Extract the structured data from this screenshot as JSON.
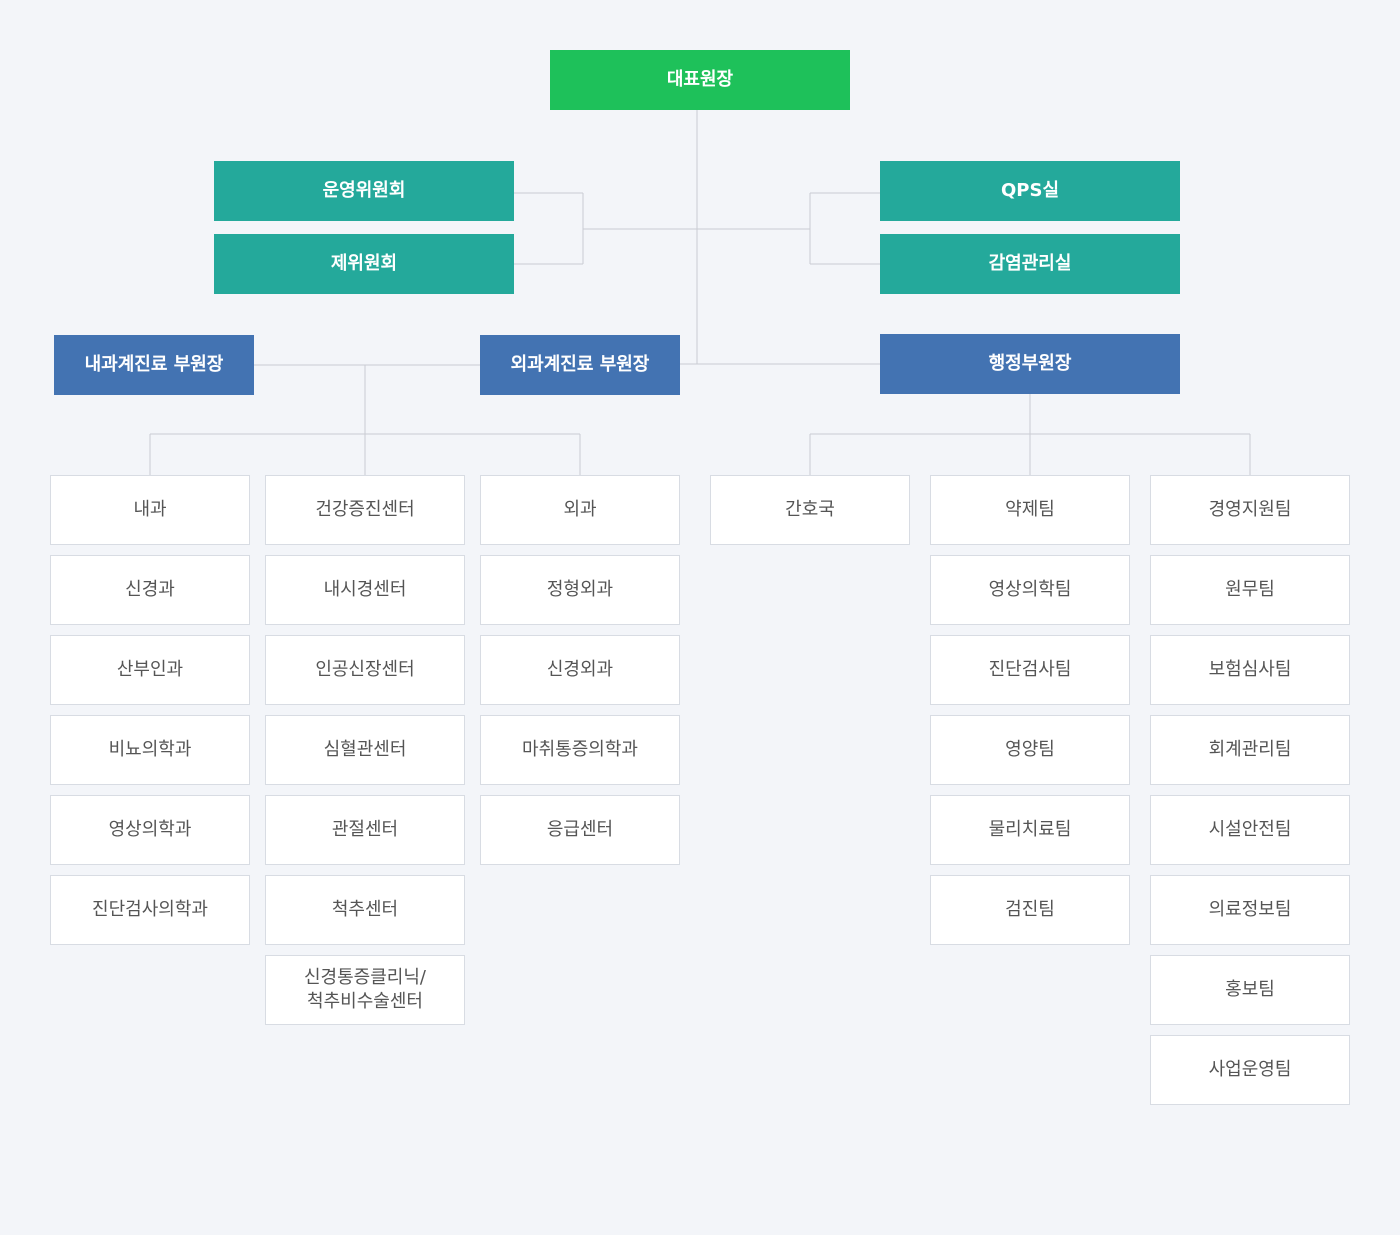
{
  "colors": {
    "top": "#1ec15a",
    "committee": "#24a99b",
    "vice_director": "#4373b2",
    "line": "#c9ccd2"
  },
  "top": "대표원장",
  "committees_left": [
    "운영위원회",
    "제위원회"
  ],
  "committees_right": [
    "QPS실",
    "감염관리실"
  ],
  "vice_directors": {
    "internal": "내과계진료 부원장",
    "surgical": "외과계진료 부원장",
    "admin": "행정부원장"
  },
  "columns": {
    "internal_medicine": [
      "내과",
      "신경과",
      "산부인과",
      "비뇨의학과",
      "영상의학과",
      "진단검사의학과"
    ],
    "centers": [
      "건강증진센터",
      "내시경센터",
      "인공신장센터",
      "심혈관센터",
      "관절센터",
      "척추센터",
      "신경통증클리닉/\n척추비수술센터"
    ],
    "surgery": [
      "외과",
      "정형외과",
      "신경외과",
      "마취통증의학과",
      "응급센터"
    ],
    "nursing": [
      "간호국"
    ],
    "medical_support": [
      "약제팀",
      "영상의학팀",
      "진단검사팀",
      "영양팀",
      "물리치료팀",
      "검진팀"
    ],
    "administration": [
      "경영지원팀",
      "원무팀",
      "보험심사팀",
      "회계관리팀",
      "시설안전팀",
      "의료정보팀",
      "홍보팀",
      "사업운영팀"
    ]
  }
}
